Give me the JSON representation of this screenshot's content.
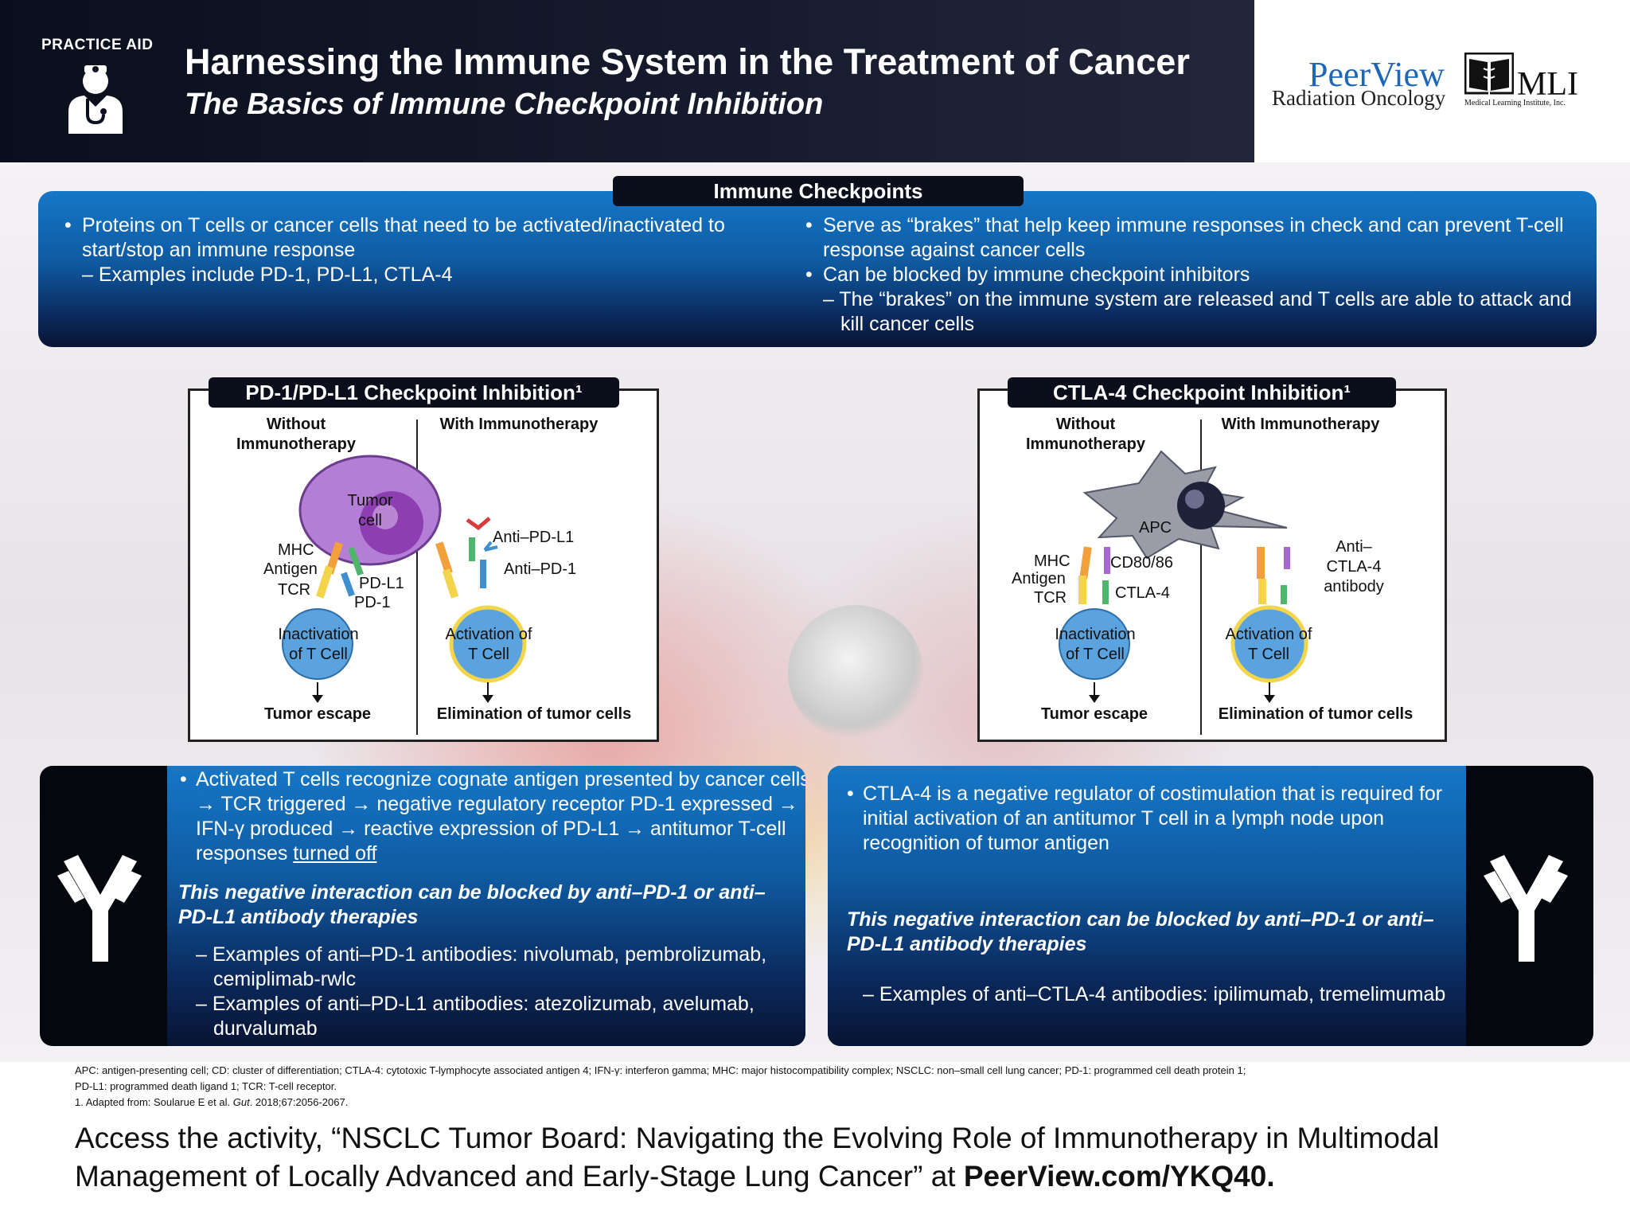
{
  "header": {
    "badge": "PRACTICE AID",
    "title": "Harnessing the Immune System in the Treatment of Cancer",
    "subtitle": "The Basics of Immune Checkpoint Inhibition"
  },
  "logos": {
    "peerview_name": "PeerView",
    "peerview_sub": "Radiation Oncology",
    "mli_name": "MLI",
    "mli_sub": "Medical Learning Institute, Inc."
  },
  "checkpoints": {
    "title": "Immune Checkpoints",
    "left": {
      "bullet": "Proteins on T cells or cancer cells that need to be activated/inactivated to start/stop an immune response",
      "sub": "– Examples include PD-1, PD-L1, CTLA-4"
    },
    "right": {
      "bullet1": "Serve as “brakes” that help keep immune responses in check and can prevent T-cell response against cancer cells",
      "bullet2": "Can be blocked by immune checkpoint inhibitors",
      "sub": "– The “brakes” on the immune system are released and T cells are able to attack and kill cancer cells"
    }
  },
  "pd1_diagram": {
    "title": "PD-1/PD-L1  Checkpoint Inhibition¹",
    "without": "Without Immunotherapy",
    "with": "With Immunotherapy",
    "tumor_cell": "Tumor cell",
    "mhc": "MHC",
    "antigen": "Antigen",
    "tcr": "TCR",
    "pdl1": "PD-L1",
    "pd1": "PD-1",
    "anti_pdl1": "Anti–PD-L1",
    "anti_pd1": "Anti–PD-1",
    "inactivation": "Inactivation of T Cell",
    "activation": "Activation of T Cell",
    "outcome_left": "Tumor escape",
    "outcome_right": "Elimination of tumor cells"
  },
  "ctla4_diagram": {
    "title": "CTLA-4 Checkpoint Inhibition¹",
    "without": "Without Immunotherapy",
    "with": "With Immunotherapy",
    "apc": "APC",
    "mhc": "MHC",
    "antigen": "Antigen",
    "tcr": "TCR",
    "cd80": "CD80/86",
    "ctla4": "CTLA-4",
    "anti_ctla4": "Anti– CTLA-4 antibody",
    "inactivation": "Inactivation of T Cell",
    "activation": "Activation of T Cell",
    "outcome_left": "Tumor escape",
    "outcome_right": "Elimination of tumor cells"
  },
  "pd1_panel": {
    "bullet_pre": "Activated T cells recognize cognate antigen presented by cancer cells → TCR triggered → negative regulatory receptor PD-1 expressed → IFN-γ produced → reactive expression of PD-L1 → antitumor T-cell responses ",
    "bullet_underlined": "turned off",
    "emphasis": "This negative interaction can be blocked by anti–PD-1 or anti–PD-L1 antibody therapies",
    "example1": "– Examples of anti–PD-1 antibodies: nivolumab, pembrolizumab, cemiplimab-rwlc",
    "example2": "– Examples of anti–PD-L1 antibodies: atezolizumab, avelumab, durvalumab"
  },
  "ctla4_panel": {
    "bullet": "CTLA-4 is a negative regulator of costimulation that is required for initial activation of an antitumor T cell in a lymph node upon recognition of tumor antigen",
    "emphasis": "This negative interaction can be blocked by anti–PD-1 or anti–PD-L1 antibody therapies",
    "example": "– Examples of anti–CTLA-4 antibodies: ipilimumab, tremelimumab"
  },
  "footnotes": {
    "line1": "APC: antigen-presenting cell; CD: cluster of differentiation; CTLA-4: cytotoxic T-lymphocyte associated antigen 4; IFN-γ: interferon gamma; MHC: major histocompatibility complex; NSCLC: non–small cell lung cancer; PD-1: programmed cell death protein 1;",
    "line2": "PD-L1: programmed death ligand 1; TCR: T-cell receptor.",
    "line3_pre": "1. Adapted from: Soularue E et al. ",
    "line3_journal": "Gut",
    "line3_post": ". 2018;67:2056-2067."
  },
  "access": {
    "line1": "Access the activity, “NSCLC Tumor Board: Navigating the Evolving Role of Immunotherapy in Multimodal",
    "line2_pre": "Management of Locally Advanced and Early-Stage Lung Cancer” at ",
    "link": "PeerView.com/YKQ40."
  },
  "colors": {
    "header_bg": "#0a0f1d",
    "panel_blue": "#1577c8",
    "panel_navy": "#081433",
    "brand_blue": "#1e67b4",
    "tumor_purple": "#b57ed6",
    "tcell_blue": "#5aa3de"
  },
  "icons": [
    "doctor-icon",
    "antibody-icon",
    "book-caduceus-icon"
  ]
}
